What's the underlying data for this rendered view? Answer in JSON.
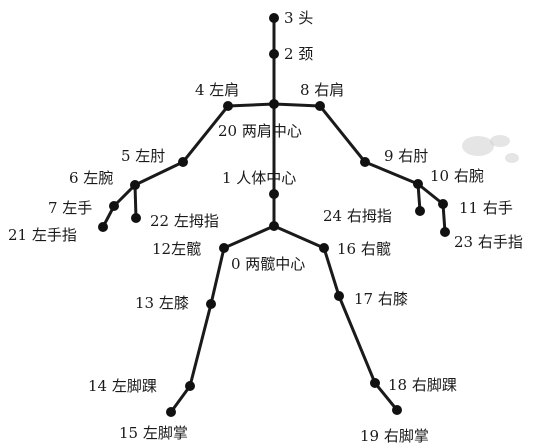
{
  "joints": [
    {
      "id": "0",
      "label": "0 两髋中心"
    },
    {
      "id": "1",
      "label": "1 人体中心"
    },
    {
      "id": "2",
      "label": "2 颈"
    },
    {
      "id": "3",
      "label": "3 头"
    },
    {
      "id": "4",
      "label": "4 左肩"
    },
    {
      "id": "5",
      "label": "5 左肘"
    },
    {
      "id": "6",
      "label": "6 左腕"
    },
    {
      "id": "7",
      "label": "7 左手"
    },
    {
      "id": "8",
      "label": "8 右肩"
    },
    {
      "id": "9",
      "label": "9 右肘"
    },
    {
      "id": "10",
      "label": "10 右腕"
    },
    {
      "id": "11",
      "label": "11 右手"
    },
    {
      "id": "12",
      "label": "12左髋"
    },
    {
      "id": "13",
      "label": "13 左膝"
    },
    {
      "id": "14",
      "label": "14 左脚踝"
    },
    {
      "id": "15",
      "label": "15 左脚掌"
    },
    {
      "id": "16",
      "label": "16 右髋"
    },
    {
      "id": "17",
      "label": "17 右膝"
    },
    {
      "id": "18",
      "label": "18 右脚踝"
    },
    {
      "id": "19",
      "label": "19 右脚掌"
    },
    {
      "id": "20",
      "label": "20 两肩中心"
    },
    {
      "id": "21",
      "label": "21 左手指"
    },
    {
      "id": "22",
      "label": "22 左拇指"
    },
    {
      "id": "23",
      "label": "23 右手指"
    },
    {
      "id": "24",
      "label": "24 右拇指"
    }
  ],
  "bones": [
    [
      "3",
      "2"
    ],
    [
      "2",
      "20"
    ],
    [
      "20",
      "4"
    ],
    [
      "20",
      "8"
    ],
    [
      "20",
      "1"
    ],
    [
      "1",
      "0"
    ],
    [
      "4",
      "5"
    ],
    [
      "5",
      "6"
    ],
    [
      "6",
      "7"
    ],
    [
      "7",
      "21"
    ],
    [
      "6",
      "22"
    ],
    [
      "8",
      "9"
    ],
    [
      "9",
      "10"
    ],
    [
      "10",
      "11"
    ],
    [
      "11",
      "23"
    ],
    [
      "10",
      "24"
    ],
    [
      "0",
      "12"
    ],
    [
      "12",
      "13"
    ],
    [
      "13",
      "14"
    ],
    [
      "14",
      "15"
    ],
    [
      "0",
      "16"
    ],
    [
      "16",
      "17"
    ],
    [
      "17",
      "18"
    ],
    [
      "18",
      "19"
    ]
  ]
}
